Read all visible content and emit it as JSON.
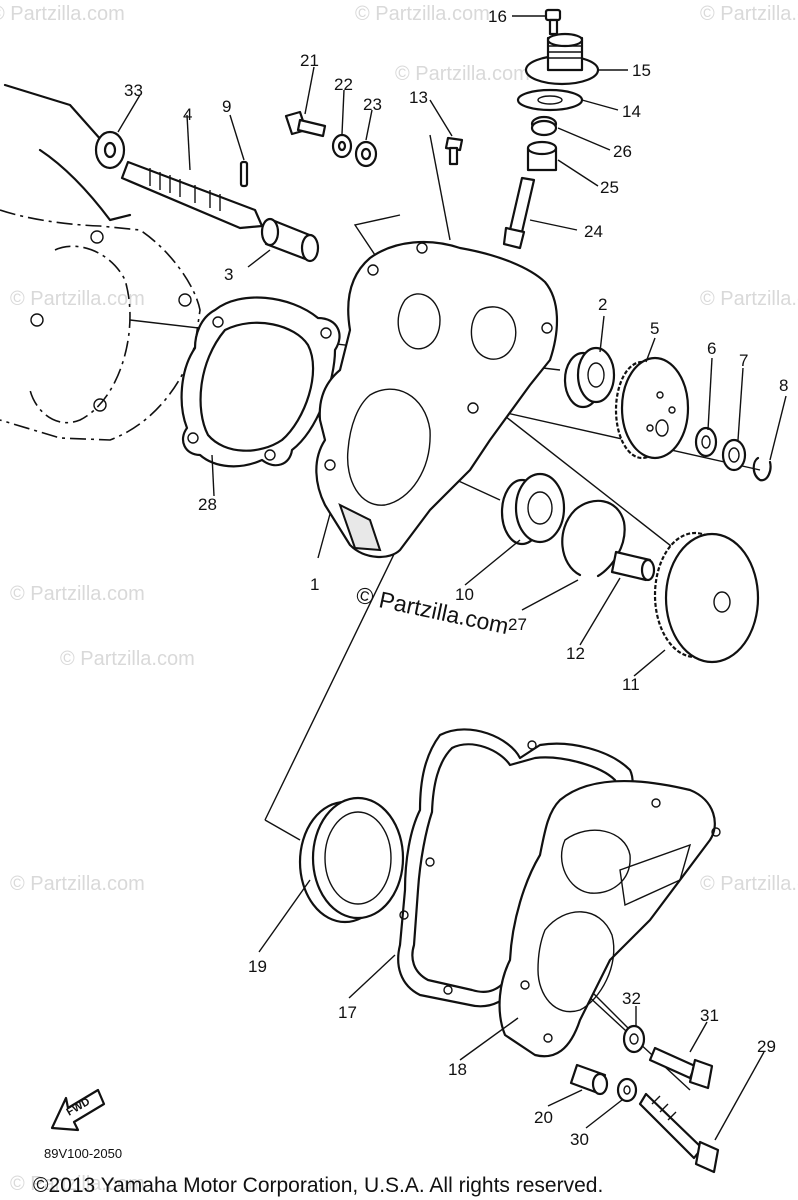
{
  "watermark": "© Partzilla.com",
  "center_watermark": "© Partzilla.com",
  "diagram_code": "89V100-2050",
  "fwd_label": "FWD",
  "copyright": "©2013  Yamaha Motor Corporation, U.S.A. All rights reserved.",
  "callouts": {
    "c1": "1",
    "c2": "2",
    "c3": "3",
    "c4": "4",
    "c5": "5",
    "c6": "6",
    "c7": "7",
    "c8": "8",
    "c9": "9",
    "c10": "10",
    "c11": "11",
    "c12": "12",
    "c13": "13",
    "c14": "14",
    "c15": "15",
    "c16": "16",
    "c17": "17",
    "c18": "18",
    "c19": "19",
    "c20": "20",
    "c21": "21",
    "c22": "22",
    "c23": "23",
    "c24": "24",
    "c25": "25",
    "c26": "26",
    "c27": "27",
    "c28": "28",
    "c29": "29",
    "c30": "30",
    "c31": "31",
    "c32": "32",
    "c33": "33"
  }
}
